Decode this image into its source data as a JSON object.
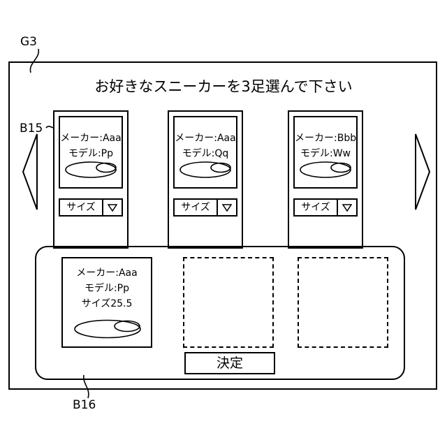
{
  "labels": {
    "screen": "G3",
    "carousel": "B15",
    "selection": "B16"
  },
  "instruction": "お好きなスニーカーを3足選んで下さい",
  "carousel_items": [
    {
      "maker": "メーカー:Aaa",
      "model": "モデル:Pp",
      "size_label": "サイズ"
    },
    {
      "maker": "メーカー:Aaa",
      "model": "モデル:Qq",
      "size_label": "サイズ"
    },
    {
      "maker": "メーカー:Bbb",
      "model": "モデル:Ww",
      "size_label": "サイズ"
    }
  ],
  "selected": {
    "maker": "メーカー:Aaa",
    "model": "モデル:Pp",
    "size": "サイズ25.5"
  },
  "confirm_label": "決定",
  "icons": {
    "prev": "left-triangle-arrow",
    "next": "right-triangle-arrow",
    "dropdown": "triangle-down",
    "shoe": "sneaker-outline"
  }
}
